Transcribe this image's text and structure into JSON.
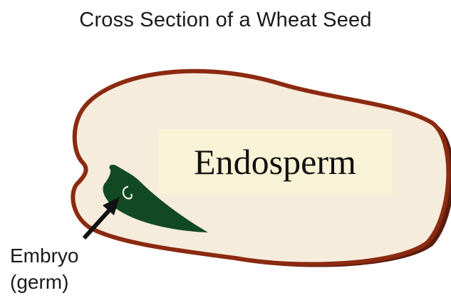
{
  "title": "Cross Section of a Wheat Seed",
  "labels": {
    "endosperm": "Endosperm",
    "embryo_line1": "Embryo",
    "embryo_line2": "(germ)"
  },
  "colors": {
    "seed_fill": "#f6ecdc",
    "seed_outline": "#8b2a10",
    "seed_shadow": "#5a1c0c",
    "embryo": "#114a22",
    "endosperm_box": "#f8f3d6",
    "arrow": "#111111"
  }
}
